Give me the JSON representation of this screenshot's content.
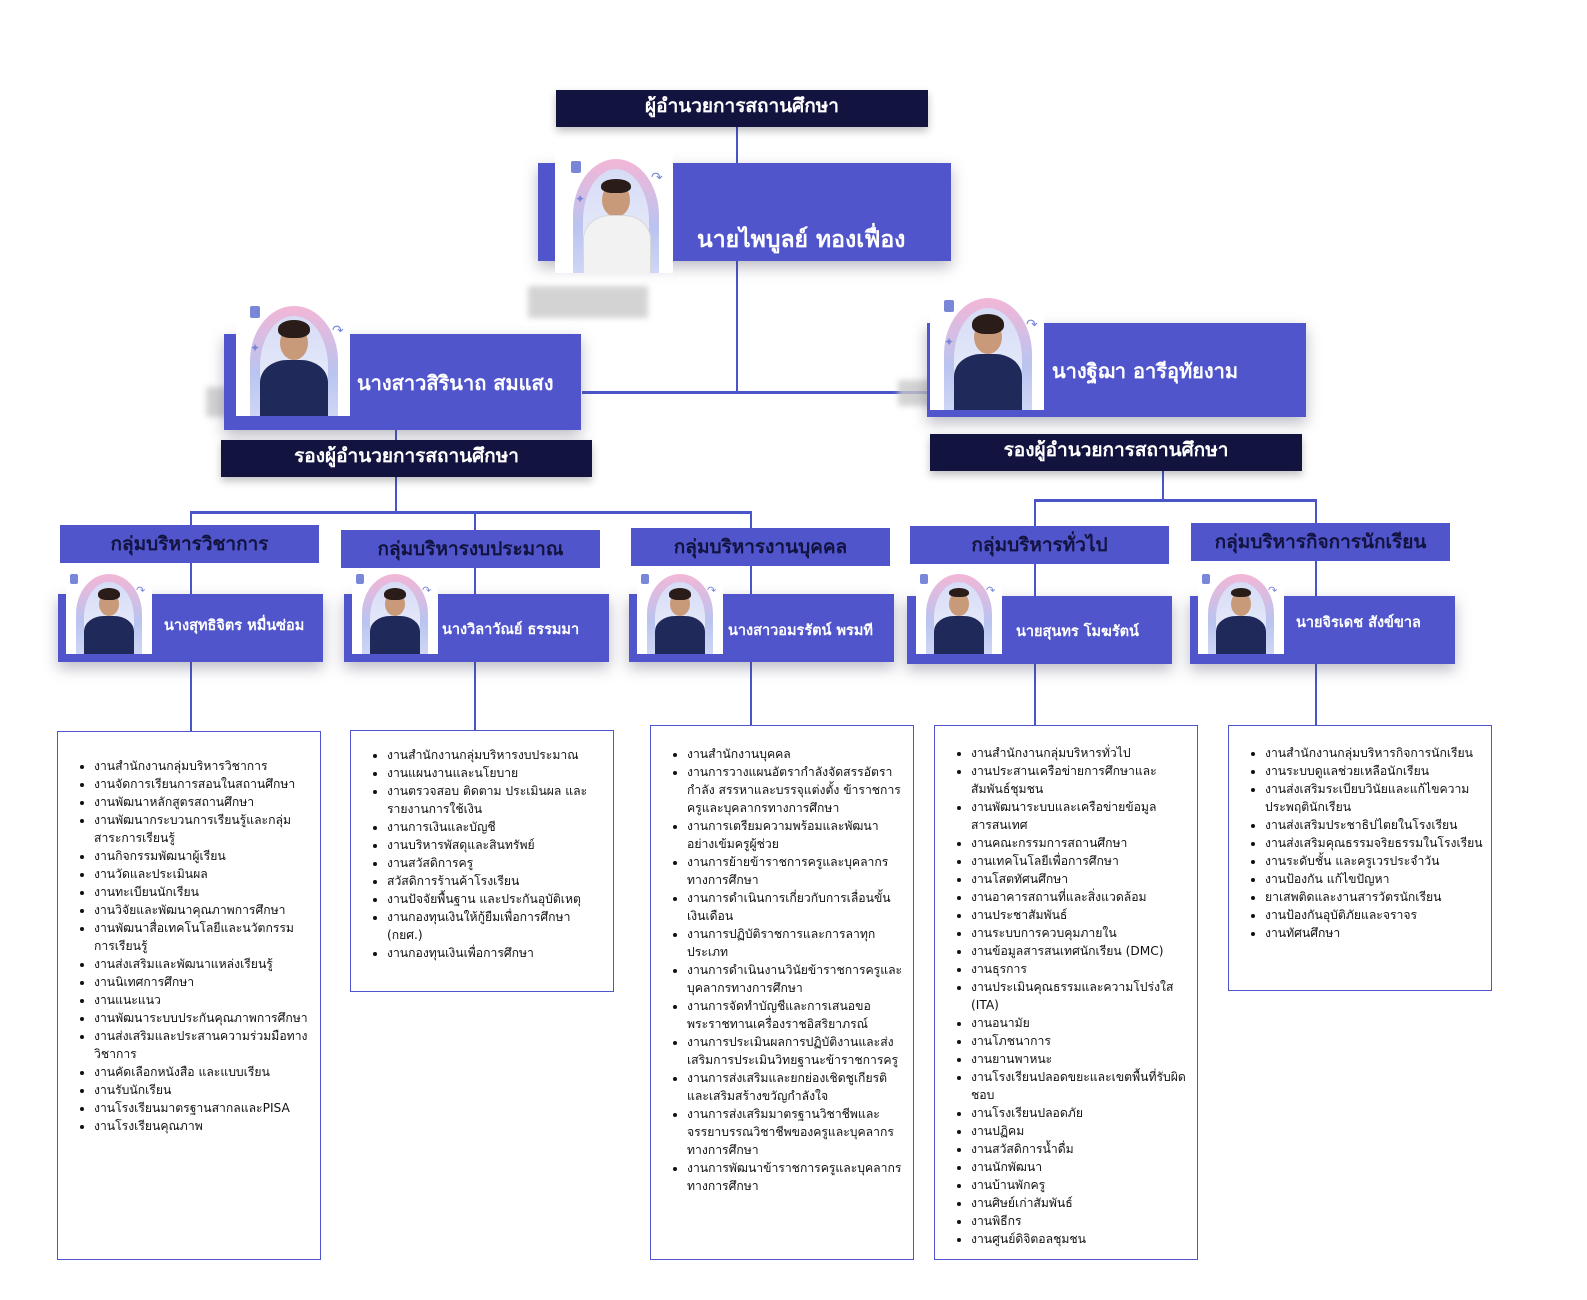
{
  "director": {
    "title": "ผู้อำนวยการสถานศึกษา",
    "name": "นายไพบูลย์  ทองเฟื่อง"
  },
  "deputies": [
    {
      "name": "นางสาวสิรินาถ  สมแสง",
      "title": "รองผู้อำนวยการสถานศึกษา"
    },
    {
      "name": "นางฐิฌา  อารีอุทัยงาม",
      "title": "รองผู้อำนวยการสถานศึกษา"
    }
  ],
  "groups": [
    {
      "title": "กลุ่มบริหารวิชาการ",
      "head": "นางสุทธิจิตร  หมื่นซ่อม",
      "tasks": [
        "งานสำนักงานกลุ่มบริหารวิชาการ",
        "งานจัดการเรียนการสอนในสถานศึกษา",
        "งานพัฒนาหลักสูตรสถานศึกษา",
        "งานพัฒนากระบวนการเรียนรู้และกลุ่มสาระการเรียนรู้",
        "งานกิจกรรมพัฒนาผู้เรียน",
        "งานวัดและประเมินผล",
        "งานทะเบียนนักเรียน",
        "งานวิจัยและพัฒนาคุณภาพการศึกษา",
        "งานพัฒนาสื่อเทคโนโลยีและนวัตกรรมการเรียนรู้",
        "งานส่งเสริมและพัฒนาแหล่งเรียนรู้",
        "งานนิเทศการศึกษา",
        "งานแนะแนว",
        "งานพัฒนาระบบประกันคุณภาพการศึกษา",
        "งานส่งเสริมและประสานความร่วมมือทางวิชาการ",
        "งานคัดเลือกหนังสือ และแบบเรียน",
        "งานรับนักเรียน",
        "งานโรงเรียนมาตรฐานสากลและPISA",
        "งานโรงเรียนคุณภาพ"
      ]
    },
    {
      "title": "กลุ่มบริหารงบประมาณ",
      "head": "นางวิลาวัณย์  ธรรมมา",
      "tasks": [
        "งานสำนักงานกลุ่มบริหารงบประมาณ",
        "งานแผนงานและนโยบาย",
        "งานตรวจสอบ ติดตาม ประเมินผล และรายงานการใช้เงิน",
        "งานการเงินและบัญชี",
        "งานบริหารพัสดุและสินทรัพย์",
        "งานสวัสดิการครู",
        "สวัสดิการร้านค้าโรงเรียน",
        "งานปัจจัยพื้นฐาน และประกันอุบัติเหตุ",
        "งานกองทุนเงินให้กู้ยืมเพื่อการศึกษา (กยศ.)",
        "งานกองทุนเงินเพื่อการศึกษา"
      ]
    },
    {
      "title": "กลุ่มบริหารงานบุคคล",
      "head": "นางสาวอมรรัตน์  พรมที",
      "tasks": [
        "งานสำนักงานบุคคล",
        "งานการวางแผนอัตรากำลังจัดสรรอัตรากำลัง สรรหาและบรรจุแต่งตั้ง ข้าราชการครูและบุคลากรทางการศึกษา",
        "งานการเตรียมความพร้อมและพัฒนาอย่างเข้มครูผู้ช่วย",
        "งานการย้ายข้าราชการครูและบุคลากรทางการศึกษา",
        "งานการดำเนินการเกี่ยวกับการเลื่อนขั้นเงินเดือน",
        "งานการปฏิบัติราชการและการลาทุกประเภท",
        "งานการดำเนินงานวินัยข้าราชการครูและบุคลากรทางการศึกษา",
        "งานการจัดทำบัญชีและการเสนอขอพระราชทานเครื่องราชอิสริยาภรณ์",
        "งานการประเมินผลการปฏิบัติงานและส่งเสริมการประเมินวิทยฐานะข้าราชการครู",
        "งานการส่งเสริมและยกย่องเชิดชูเกียรติและเสริมสร้างขวัญกำลังใจ",
        "งานการส่งเสริมมาตรฐานวิชาชีพและจรรยาบรรณวิชาชีพของครูและบุคลากรทางการศึกษา",
        "งานการพัฒนาข้าราชการครูและบุคลากรทางการศึกษา"
      ]
    },
    {
      "title": "กลุ่มบริหารทั่วไป",
      "head": "นายสุนทร  โมฆรัตน์",
      "tasks": [
        "งานสำนักงานกลุ่มบริหารทั่วไป",
        "งานประสานเครือข่ายการศึกษาและสัมพันธ์ชุมชน",
        "งานพัฒนาระบบและเครือข่ายข้อมูลสารสนเทศ",
        "งานคณะกรรมการสถานศึกษา",
        "งานเทคโนโลยีเพื่อการศึกษา",
        "งานโสตทัศนศึกษา",
        "งานอาคารสถานที่และสิ่งแวดล้อม",
        "งานประชาสัมพันธ์",
        "งานระบบการควบคุมภายใน",
        "งานข้อมูลสารสนเทศนักเรียน (DMC)",
        "งานธุรการ",
        "งานประเมินคุณธรรมและความโปร่งใส (ITA)",
        "งานอนามัย",
        "งานโภชนาการ",
        "งานยานพาหนะ",
        "งานโรงเรียนปลอดขยะและเขตพื้นที่รับผิดชอบ",
        "งานโรงเรียนปลอดภัย",
        "งานปฏิคม",
        "งานสวัสดิการน้ำดื่ม",
        "งานนักพัฒนา",
        "งานบ้านพักครู",
        "งานศิษย์เก่าสัมพันธ์",
        "งานพิธีกร",
        "งานศูนย์ดิจิตอลชุมชน"
      ]
    },
    {
      "title": "กลุ่มบริหารกิจการนักเรียน",
      "head": "นายจิรเดช  สังข์ขาล",
      "tasks": [
        "งานสำนักงานกลุ่มบริหารกิจการนักเรียน",
        "งานระบบดูแลช่วยเหลือนักเรียน",
        "งานส่งเสริมระเบียบวินัยและแก้ไขความประพฤตินักเรียน",
        "งานส่งเสริมประชาธิปไตยในโรงเรียน",
        "งานส่งเสริมคุณธรรมจริยธรรมในโรงเรียน",
        "งานระดับชั้น และครูเวรประจำวัน",
        "งานป้องกัน แก้ไขปัญหา",
        "ยาเสพติดและงานสารวัตรนักเรียน",
        "งานป้องกันอุบัติภัยและจราจร",
        "งานทัศนศึกษา"
      ]
    }
  ],
  "colors": {
    "accent": "#5055cc",
    "dark": "#12133f",
    "line": "#4a55c8"
  }
}
